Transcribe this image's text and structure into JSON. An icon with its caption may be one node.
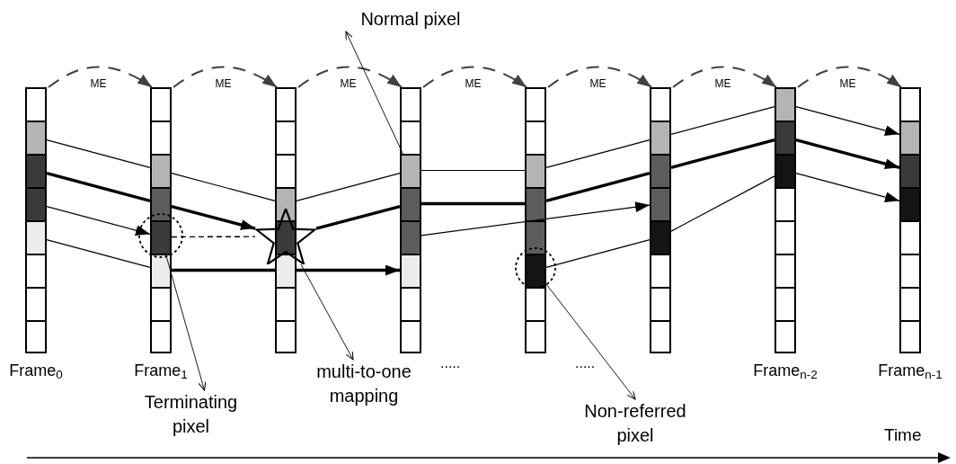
{
  "diagram": {
    "nodes": [
      {
        "text": [
          "Normal pixel"
        ]
      },
      {
        "text": [
          "Frame$_{0}$"
        ]
      },
      {
        "text": [],
        "shape": "box",
        "in": 1
      },
      {
        "text": [],
        "shape": "box",
        "in": 1
      },
      {
        "text": [],
        "shape": "box",
        "in": 1
      },
      {
        "text": [],
        "shape": "box",
        "in": 1
      },
      {
        "text": [],
        "shape": "box",
        "in": 1
      },
      {
        "text": [],
        "shape": "box",
        "in": 1
      },
      {
        "text": [],
        "shape": "box",
        "in": 1
      },
      {
        "text": [],
        "shape": "box",
        "in": 1
      },
      {
        "text": [
          "Frame$_{1}$"
        ]
      },
      {
        "text": [],
        "shape": "box",
        "in": 10
      },
      {
        "text": [],
        "shape": "box",
        "in": 10
      },
      {
        "text": [],
        "shape": "box",
        "in": 10
      },
      {
        "text": [],
        "shape": "box",
        "in": 10
      },
      {
        "text": [],
        "shape": "box",
        "in": 10
      },
      {
        "text": [],
        "shape": "box",
        "in": 10
      },
      {
        "text": [],
        "shape": "box",
        "in": 10
      },
      {
        "text": [],
        "shape": "box",
        "in": 10
      },
      {
        "text": [],
        "shape": "bar"
      },
      {
        "text": [],
        "shape": "box",
        "in": 19
      },
      {
        "text": [],
        "shape": "box",
        "in": 19
      },
      {
        "text": [],
        "shape": "box",
        "in": 19
      },
      {
        "text": [],
        "shape": "box",
        "in": 19
      },
      {
        "text": [],
        "shape": "box"
      },
      {
        "text": [],
        "shape": "box",
        "in": 19
      },
      {
        "text": [],
        "shape": "box",
        "in": 19
      },
      {
        "text": [],
        "shape": "box",
        "in": 19
      },
      {
        "text": [],
        "shape": "bar"
      },
      {
        "text": [],
        "shape": "box",
        "in": 28
      },
      {
        "text": [],
        "shape": "box",
        "in": 28
      },
      {
        "text": [],
        "shape": "box",
        "in": 28
      },
      {
        "text": [],
        "shape": "box",
        "in": 28
      },
      {
        "text": [],
        "shape": "box",
        "in": 28
      },
      {
        "text": [],
        "shape": "box",
        "in": 28
      },
      {
        "text": [],
        "shape": "box",
        "in": 28
      },
      {
        "text": [],
        "shape": "box",
        "in": 28
      },
      {
        "text": [],
        "shape": "bar"
      },
      {
        "text": [],
        "shape": "box",
        "in": 37
      },
      {
        "text": [],
        "shape": "box",
        "in": 37
      },
      {
        "text": [],
        "shape": "box",
        "in": 37
      },
      {
        "text": [],
        "shape": "box",
        "in": 37
      },
      {
        "text": [],
        "shape": "box",
        "in": 37
      },
      {
        "text": [],
        "shape": "box",
        "in": 37
      },
      {
        "text": [],
        "shape": "box",
        "in": 37
      },
      {
        "text": [],
        "shape": "box",
        "in": 37
      },
      {
        "text": [],
        "shape": "bar"
      },
      {
        "text": [],
        "shape": "box",
        "in": 46
      },
      {
        "text": [],
        "shape": "box",
        "in": 46
      },
      {
        "text": [],
        "shape": "box",
        "in": 46
      },
      {
        "text": [],
        "shape": "box",
        "in": 46
      },
      {
        "text": [],
        "shape": "box",
        "in": 46
      },
      {
        "text": [],
        "shape": "box",
        "in": 46
      },
      {
        "text": [],
        "shape": "box",
        "in": 46
      },
      {
        "text": [],
        "shape": "box",
        "in": 46
      },
      {
        "text": [
          "Frame$_{n-2}$"
        ]
      },
      {
        "text": [],
        "shape": "box",
        "in": 55
      },
      {
        "text": [],
        "shape": "box",
        "in": 55
      },
      {
        "text": [],
        "shape": "box",
        "in": 55
      },
      {
        "text": [],
        "shape": "box",
        "in": 55
      },
      {
        "text": [],
        "shape": "box",
        "in": 55
      },
      {
        "text": [],
        "shape": "box",
        "in": 55
      },
      {
        "text": [],
        "shape": "box",
        "in": 55
      },
      {
        "text": [],
        "shape": "box",
        "in": 55
      },
      {
        "text": [
          "Frame$_{n-1}$"
        ]
      },
      {
        "text": [],
        "shape": "box",
        "in": 64
      },
      {
        "text": [],
        "shape": "box",
        "in": 64
      },
      {
        "text": [],
        "shape": "box",
        "in": 64
      },
      {
        "text": [],
        "shape": "box",
        "in": 64
      },
      {
        "text": [],
        "shape": "box",
        "in": 64
      },
      {
        "text": [],
        "shape": "box",
        "in": 64
      },
      {
        "text": [],
        "shape": "box",
        "in": 64
      },
      {
        "text": [],
        "shape": "box",
        "in": 64
      },
      {
        "text": [
          "Terminating pixel"
        ]
      },
      {
        "text": [
          "multi-to-one mapping"
        ]
      },
      {
        "text": [
          "Non-referred pixel"
        ]
      },
      {
        "text": [],
        "shape": "star"
      }
    ],
    "edges": [
      {
        "from": 1,
        "to": 10,
        "arrow": "to",
        "label": "ME",
        "style": "dashed",
        "color": "#404040"
      },
      {
        "from": 10,
        "to": 19,
        "arrow": "to",
        "label": "ME",
        "style": "dashed",
        "color": "#404040"
      },
      {
        "from": 19,
        "to": 28,
        "arrow": "to",
        "label": "ME",
        "style": "dashed",
        "color": "#404040"
      },
      {
        "from": 28,
        "to": 37,
        "arrow": "to",
        "label": "ME",
        "style": "dashed",
        "color": "#404040"
      },
      {
        "from": 37,
        "to": 46,
        "arrow": "to",
        "label": "ME",
        "style": "dashed",
        "color": "#404040"
      },
      {
        "from": 46,
        "to": 55,
        "arrow": "to",
        "label": "ME",
        "style": "dashed",
        "color": "#404040"
      },
      {
        "from": 55,
        "to": 64,
        "arrow": "to",
        "label": "ME",
        "style": "dashed",
        "color": "#404040"
      },
      {
        "from": 3,
        "to": 13,
        "arrow": "none"
      },
      {
        "from": 13,
        "to": 23,
        "arrow": "none"
      },
      {
        "from": 23,
        "to": 31,
        "arrow": "none"
      },
      {
        "from": 31,
        "to": 40,
        "arrow": "none"
      },
      {
        "from": 40,
        "to": 48,
        "arrow": "none"
      },
      {
        "from": 48,
        "to": 56,
        "arrow": "none"
      },
      {
        "from": 56,
        "to": 66,
        "arrow": "to"
      },
      {
        "from": 4,
        "to": 14,
        "arrow": "none",
        "style": "thick"
      },
      {
        "from": 14,
        "to": 76,
        "arrow": "to",
        "style": "thick"
      },
      {
        "from": 76,
        "to": 32,
        "arrow": "none",
        "style": "thick"
      },
      {
        "from": 32,
        "to": 41,
        "arrow": "none",
        "style": "thick"
      },
      {
        "from": 41,
        "to": 49,
        "arrow": "none",
        "style": "thick"
      },
      {
        "from": 49,
        "to": 57,
        "arrow": "none",
        "style": "thick"
      },
      {
        "from": 57,
        "to": 67,
        "arrow": "to",
        "style": "thick"
      },
      {
        "from": 5,
        "to": 15,
        "arrow": "to"
      },
      {
        "from": 15,
        "to": 76,
        "arrow": "none",
        "style": "dashed"
      },
      {
        "from": 6,
        "to": 16,
        "arrow": "none"
      },
      {
        "from": 16,
        "to": 25,
        "arrow": "none",
        "style": "thick"
      },
      {
        "from": 25,
        "to": 34,
        "arrow": "to",
        "style": "thick"
      },
      {
        "from": 33,
        "to": 50,
        "arrow": "to"
      },
      {
        "from": 43,
        "to": 51,
        "arrow": "none"
      },
      {
        "from": 51,
        "to": 58,
        "arrow": "none"
      },
      {
        "from": 58,
        "to": 68,
        "arrow": "to"
      },
      {
        "from": 31,
        "to": 0,
        "arrow": "to"
      },
      {
        "from": 15,
        "to": 73,
        "arrow": "to"
      },
      {
        "from": 76,
        "to": 74,
        "arrow": "to"
      },
      {
        "from": 43,
        "to": 75,
        "arrow": "to"
      }
    ],
    "labels": [
      ".....",
      ".....",
      "Time"
    ]
  }
}
